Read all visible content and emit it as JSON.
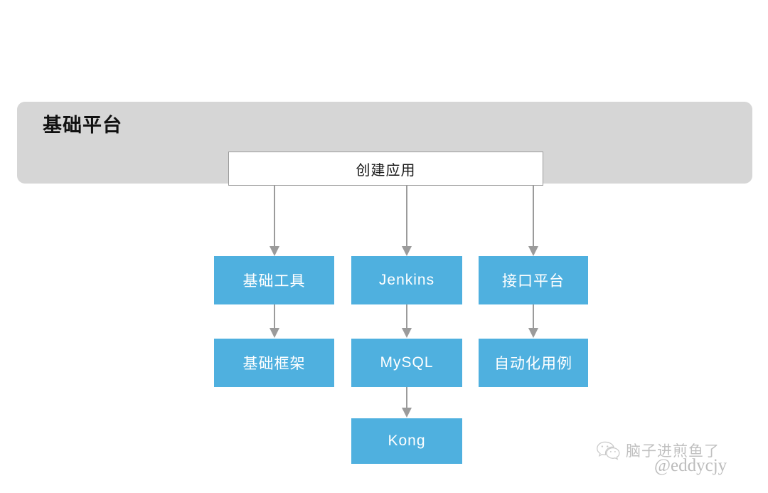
{
  "diagram": {
    "platform": {
      "title": "基础平台",
      "background_color": "#d6d6d6"
    },
    "root_node": {
      "label": "创建应用",
      "background_color": "#ffffff",
      "border_color": "#9a9a9a"
    },
    "node_color": "#4fb0df",
    "connector_color": "#9b9b9b",
    "columns": [
      {
        "name": "column-1",
        "nodes": [
          {
            "label": "基础工具"
          },
          {
            "label": "基础框架"
          }
        ]
      },
      {
        "name": "column-2",
        "nodes": [
          {
            "label": "Jenkins"
          },
          {
            "label": "MySQL"
          },
          {
            "label": "Kong"
          }
        ]
      },
      {
        "name": "column-3",
        "nodes": [
          {
            "label": "接口平台"
          },
          {
            "label": "自动化用例"
          }
        ]
      }
    ]
  },
  "watermark": {
    "icon": "wechat-icon",
    "account_name": "脑子进煎鱼了",
    "handle": "@eddycjy"
  }
}
